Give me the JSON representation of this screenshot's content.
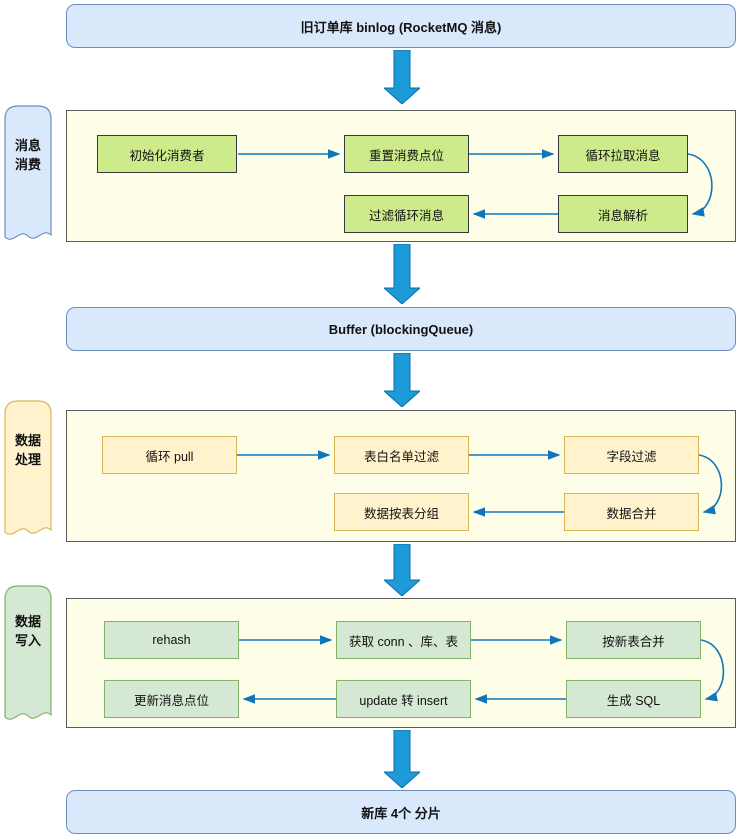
{
  "banners": {
    "top": "旧订单库 binlog (RocketMQ 消息)",
    "buffer": "Buffer  (blockingQueue)",
    "bottom": "新库 4个 分片"
  },
  "sections": [
    {
      "label": "消息消费",
      "label_lines": [
        "消息",
        "消费"
      ],
      "boxes": [
        "初始化消费者",
        "重置消费点位",
        "循环拉取消息",
        "过滤循环消息",
        "消息解析"
      ]
    },
    {
      "label": "数据处理",
      "label_lines": [
        "数据",
        "处理"
      ],
      "boxes": [
        "循环 pull",
        "表白名单过滤",
        "字段过滤",
        "数据按表分组",
        "数据合并"
      ]
    },
    {
      "label": "数据写入",
      "label_lines": [
        "数据",
        "写入"
      ],
      "boxes": [
        "rehash",
        "获取 conn 、库、表",
        "按新表合并",
        "更新消息点位",
        "update 转 insert",
        "生成 SQL"
      ]
    }
  ],
  "colors": {
    "banner_fill": "#dae8fc",
    "banner_stroke": "#6c8ebf",
    "lime_fill": "#cdeb8b",
    "lime_stroke": "#36393d",
    "yellow_fill": "#fff2cc",
    "yellow_stroke": "#d6b656",
    "green_fill": "#d5e8d4",
    "green_stroke": "#82b366",
    "container_fill": "#fefee8",
    "block_arrow_fill": "#1d9ad8",
    "connector_stroke": "#0f76bc"
  }
}
